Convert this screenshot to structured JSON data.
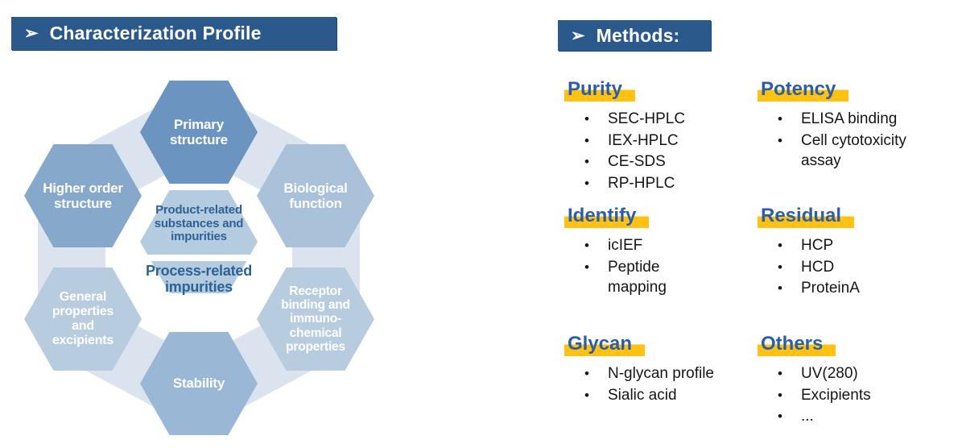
{
  "left_panel": {
    "title": "Characterization Profile",
    "arrow": "➢",
    "hexagons": {
      "primary": {
        "label": "Primary\nstructure",
        "color": "#6B94C0"
      },
      "higher": {
        "label": "Higher order\nstructure",
        "color": "#86A8CB"
      },
      "biological": {
        "label": "Biological\nfunction",
        "color": "#A9C2DA"
      },
      "product": {
        "label": "Product-related\nsubstances and\nimpurities",
        "color": "#B5CBDF"
      },
      "process": {
        "label": "Process-related\nimpurities",
        "color": "#B2C8DD"
      },
      "general": {
        "label": "General\nproperties\nand\nexcipients",
        "color": "#B7CCDF"
      },
      "receptor": {
        "label": "Receptor\nbinding and\nimmuno-\nchemical\nproperties",
        "color": "#B7CCDF"
      },
      "stability": {
        "label": "Stability",
        "color": "#9AB7D5"
      }
    },
    "ring_color": "#DBE3EF",
    "center_text_color": "#2D6296"
  },
  "right_panel": {
    "title": "Methods:",
    "arrow": "➢",
    "heading_color": "#2B5EA7",
    "highlight_color": "#FFC112",
    "sections": [
      {
        "title": "Purity",
        "items": [
          "SEC-HPLC",
          "IEX-HPLC",
          "CE-SDS",
          "RP-HPLC"
        ]
      },
      {
        "title": "Potency",
        "items": [
          "ELISA binding",
          "Cell cytotoxicity\nassay"
        ]
      },
      {
        "title": "Identify",
        "items": [
          "icIEF",
          "Peptide\nmapping"
        ]
      },
      {
        "title": "Residual",
        "items": [
          "HCP",
          "HCD",
          "ProteinA"
        ]
      },
      {
        "title": "Glycan",
        "items": [
          "N-glycan profile",
          "Sialic acid"
        ]
      },
      {
        "title": "Others",
        "items": [
          "UV(280)",
          "Excipients",
          "..."
        ]
      }
    ]
  },
  "colors": {
    "header_bar": "#2B598C",
    "header_text": "#FFFFFF"
  }
}
